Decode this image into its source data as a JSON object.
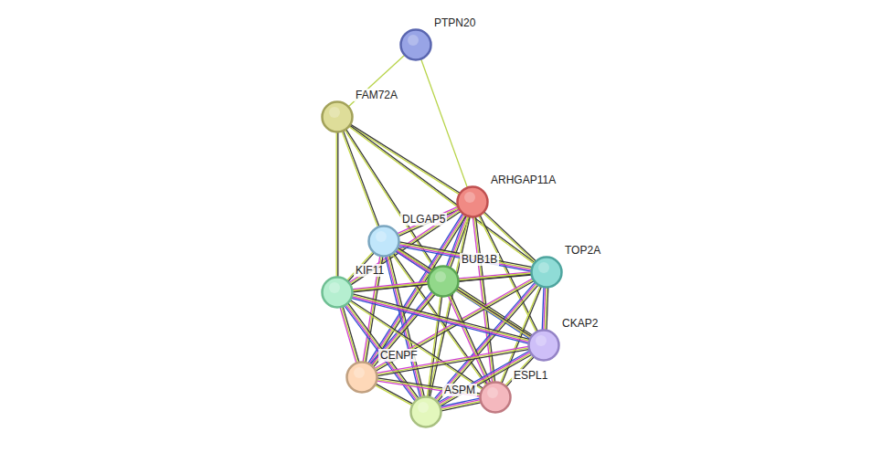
{
  "diagram": {
    "nodes": [
      {
        "text": [
          "PTPN20"
        ]
      },
      {
        "text": [
          "FAM72A"
        ]
      },
      {
        "text": [
          "ARHGAP11A"
        ]
      },
      {
        "text": [
          "DLGAP5"
        ]
      },
      {
        "text": [
          "TOP2A"
        ]
      },
      {
        "text": [
          "BUB1B"
        ]
      },
      {
        "text": [
          "KIF11"
        ]
      },
      {
        "text": [
          "CKAP2"
        ]
      },
      {
        "text": [
          "CENPF"
        ]
      },
      {
        "text": [
          "ESPL1"
        ]
      },
      {
        "text": [
          "ASPM"
        ]
      }
    ],
    "edges": [
      {
        "from": 0,
        "to": 1,
        "arrow": "none"
      },
      {
        "from": 0,
        "to": 2,
        "arrow": "none"
      },
      {
        "from": 1,
        "to": 2,
        "arrow": "none"
      },
      {
        "from": 1,
        "to": 3,
        "arrow": "none"
      },
      {
        "from": 1,
        "to": 4,
        "arrow": "none"
      },
      {
        "from": 1,
        "to": 5,
        "arrow": "none"
      },
      {
        "from": 1,
        "to": 6,
        "arrow": "none"
      },
      {
        "from": 2,
        "to": 3,
        "arrow": "none"
      },
      {
        "from": 2,
        "to": 4,
        "arrow": "none"
      },
      {
        "from": 2,
        "to": 5,
        "arrow": "none"
      },
      {
        "from": 2,
        "to": 6,
        "arrow": "none"
      },
      {
        "from": 2,
        "to": 7,
        "arrow": "none"
      },
      {
        "from": 2,
        "to": 8,
        "arrow": "none"
      },
      {
        "from": 2,
        "to": 9,
        "arrow": "none"
      },
      {
        "from": 2,
        "to": 10,
        "arrow": "none"
      },
      {
        "from": 3,
        "to": 4,
        "arrow": "none"
      },
      {
        "from": 3,
        "to": 5,
        "arrow": "none"
      },
      {
        "from": 3,
        "to": 6,
        "arrow": "none"
      },
      {
        "from": 3,
        "to": 7,
        "arrow": "none"
      },
      {
        "from": 3,
        "to": 8,
        "arrow": "none"
      },
      {
        "from": 3,
        "to": 9,
        "arrow": "none"
      },
      {
        "from": 3,
        "to": 10,
        "arrow": "none"
      },
      {
        "from": 4,
        "to": 5,
        "arrow": "none"
      },
      {
        "from": 4,
        "to": 6,
        "arrow": "none"
      },
      {
        "from": 4,
        "to": 7,
        "arrow": "none"
      },
      {
        "from": 4,
        "to": 8,
        "arrow": "none"
      },
      {
        "from": 4,
        "to": 9,
        "arrow": "none"
      },
      {
        "from": 4,
        "to": 10,
        "arrow": "none"
      },
      {
        "from": 5,
        "to": 6,
        "arrow": "none"
      },
      {
        "from": 5,
        "to": 7,
        "arrow": "none"
      },
      {
        "from": 5,
        "to": 8,
        "arrow": "none"
      },
      {
        "from": 5,
        "to": 9,
        "arrow": "none"
      },
      {
        "from": 5,
        "to": 10,
        "arrow": "none"
      },
      {
        "from": 6,
        "to": 7,
        "arrow": "none"
      },
      {
        "from": 6,
        "to": 8,
        "arrow": "none"
      },
      {
        "from": 6,
        "to": 9,
        "arrow": "none"
      },
      {
        "from": 6,
        "to": 10,
        "arrow": "none"
      },
      {
        "from": 7,
        "to": 8,
        "arrow": "none"
      },
      {
        "from": 7,
        "to": 9,
        "arrow": "none"
      },
      {
        "from": 7,
        "to": 10,
        "arrow": "none"
      },
      {
        "from": 8,
        "to": 9,
        "arrow": "none"
      },
      {
        "from": 8,
        "to": 10,
        "arrow": "none"
      },
      {
        "from": 9,
        "to": 10,
        "arrow": "none"
      }
    ]
  }
}
